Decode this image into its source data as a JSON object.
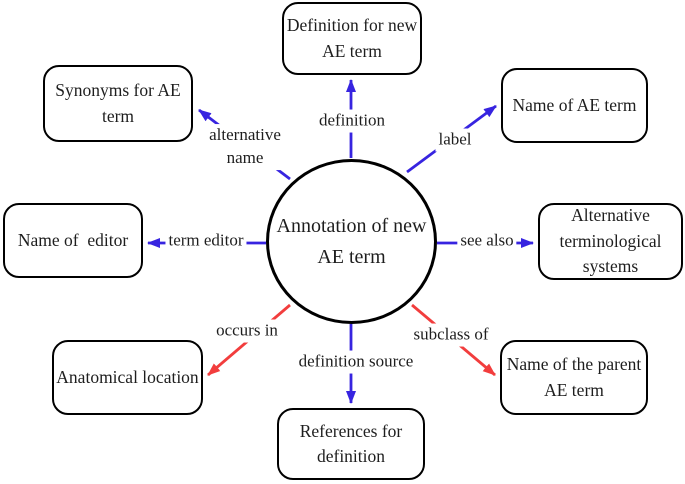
{
  "colors": {
    "arrow_blue": "#3724e0",
    "arrow_red": "#f23d3d",
    "node_border": "#000000",
    "text": "#1e1e1e",
    "background": "#ffffff"
  },
  "center": {
    "label": "Annotation of new\nAE term"
  },
  "nodes": [
    {
      "id": "definition-for-new-ae-term",
      "label": "Definition for new\nAE term"
    },
    {
      "id": "synonyms-for-ae-term",
      "label": "Synonyms for AE\nterm"
    },
    {
      "id": "name-of-ae-term",
      "label": "Name of AE term"
    },
    {
      "id": "name-of-editor",
      "label": "Name of  editor"
    },
    {
      "id": "alternative-terminological-systems",
      "label": "Alternative\nterminological\nsystems"
    },
    {
      "id": "anatomical-location",
      "label": "Anatomical location"
    },
    {
      "id": "references-for-definition",
      "label": "References for\ndefinition"
    },
    {
      "id": "name-of-the-parent-ae-term",
      "label": "Name of the parent\nAE term"
    }
  ],
  "edges": [
    {
      "label": "definition",
      "color": "blue",
      "from": "Annotation of new AE term",
      "to": "Definition for new AE term"
    },
    {
      "label": "alternative\nname",
      "color": "blue",
      "from": "Annotation of new AE term",
      "to": "Synonyms for AE term"
    },
    {
      "label": "label",
      "color": "blue",
      "from": "Annotation of new AE term",
      "to": "Name of AE term"
    },
    {
      "label": "term editor",
      "color": "blue",
      "from": "Annotation of new AE term",
      "to": "Name of editor"
    },
    {
      "label": "see also",
      "color": "blue",
      "from": "Annotation of new AE term",
      "to": "Alternative terminological systems"
    },
    {
      "label": "occurs in",
      "color": "red",
      "from": "Annotation of new AE term",
      "to": "Anatomical location"
    },
    {
      "label": "definition source",
      "color": "blue",
      "from": "Annotation of new AE term",
      "to": "References for definition"
    },
    {
      "label": "subclass of",
      "color": "red",
      "from": "Annotation of new AE term",
      "to": "Name of the parent AE term"
    }
  ]
}
